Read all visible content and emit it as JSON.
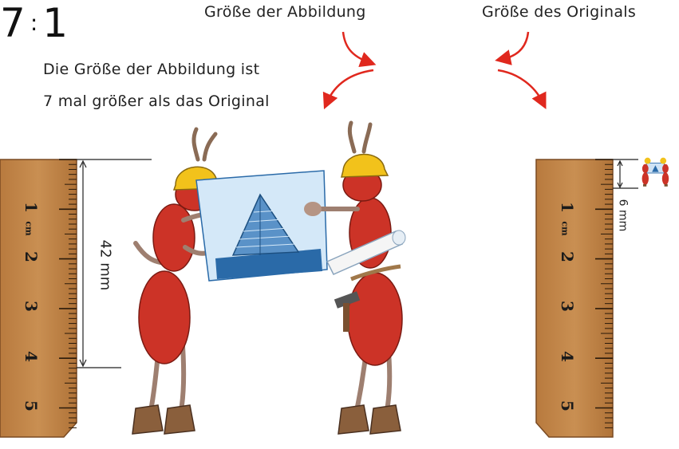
{
  "header": {
    "image_size_label": "Größe der Abbildung",
    "original_size_label": "Größe des Originals"
  },
  "ratio": {
    "left": "7",
    "separator": ":",
    "right": "1"
  },
  "description": {
    "line1": "Die Größe der Abbildung ist",
    "line2": "7 mal größer als das Original"
  },
  "left_ruler": {
    "numbers": [
      "1",
      "2",
      "3",
      "4",
      "5"
    ],
    "unit": "cm",
    "measurement": "42 mm"
  },
  "right_ruler": {
    "numbers": [
      "1",
      "2",
      "3",
      "4",
      "5"
    ],
    "unit": "cm",
    "measurement": "6 mm"
  },
  "colors": {
    "ruler_wood": "#c4884a",
    "ruler_dark": "#8b5a2b",
    "ant_red": "#cc3327",
    "helmet_yellow": "#f2c21b",
    "blueprint_blue": "#2a6aa8",
    "arrow_red": "#e0281e"
  }
}
